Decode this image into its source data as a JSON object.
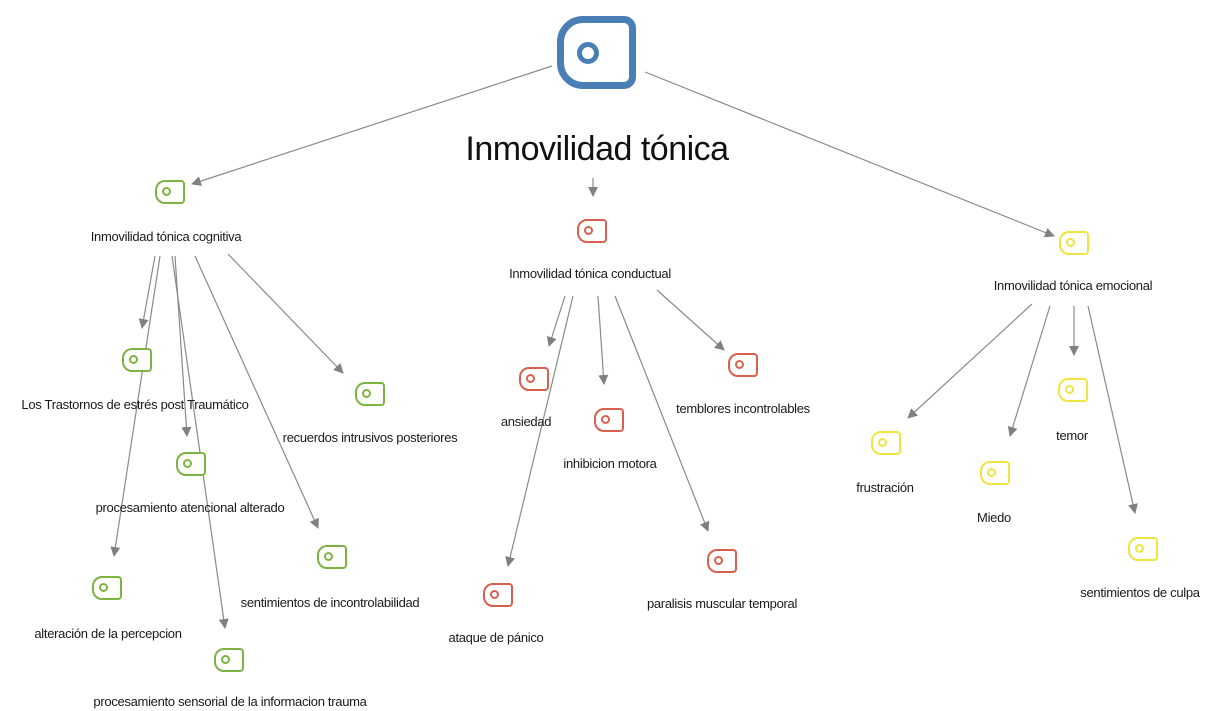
{
  "title": "Inmovilidad tónica",
  "colors": {
    "root": "#4a7fb5",
    "green": "#7cb342",
    "red": "#d9604f",
    "yellow": "#f0e442",
    "edge": "#808080"
  },
  "nodes": {
    "cognitiva": "Inmovilidad tónica cognitiva",
    "conductual": "Inmovilidad tónica conductual",
    "emocional": "Inmovilidad tónica emocional",
    "trastornos": "Los Trastornos de estrés post Traumático",
    "recuerdos": "recuerdos intrusivos posteriores",
    "procesamiento_atencional": "procesamiento atencional alterado",
    "sentimientos_incontrolabilidad": "sentimientos de incontrolabilidad",
    "alteracion_percepcion": "alteración de la percepcion",
    "procesamiento_sensorial": "procesamiento sensorial de la informacion trauma",
    "ansiedad": "ansiedad",
    "inhibicion": "inhibicion motora",
    "temblores": "temblores incontrolables",
    "ataque": "ataque de pánico",
    "paralisis": "paralisis muscular temporal",
    "frustracion": "frustración",
    "miedo": "Miedo",
    "temor": "temor",
    "culpa": "sentimientos de culpa"
  }
}
